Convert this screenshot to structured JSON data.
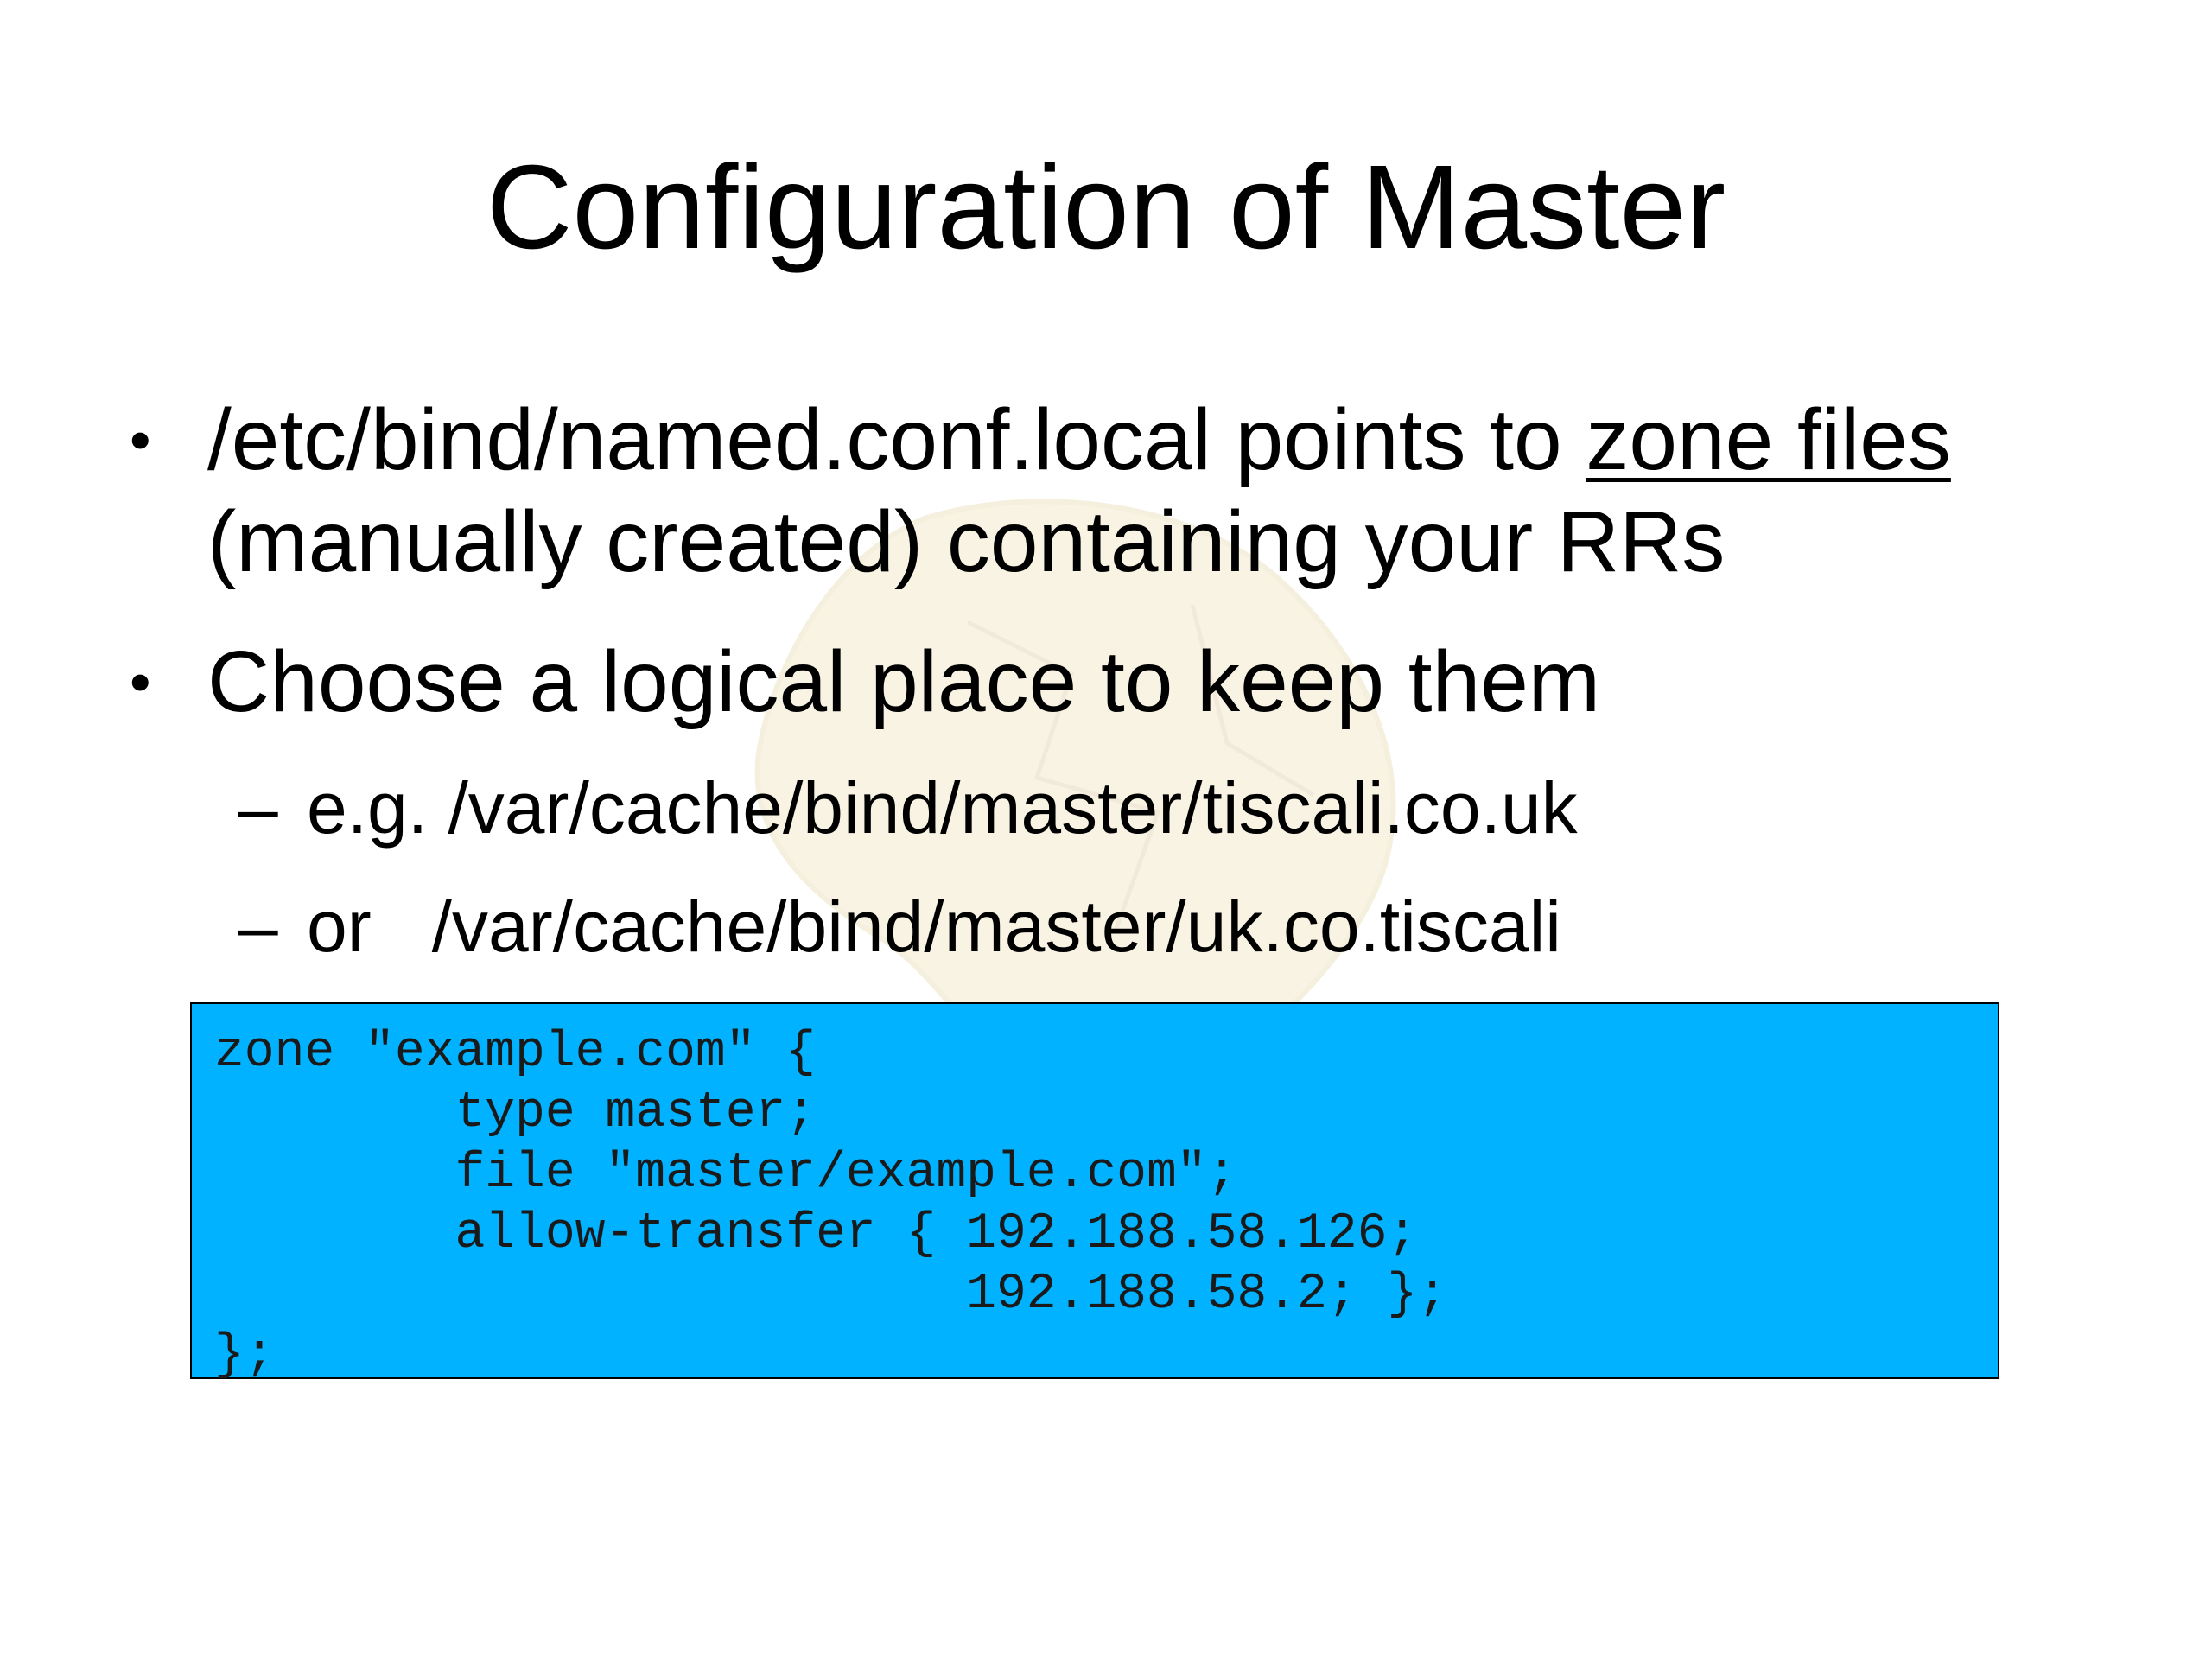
{
  "slide": {
    "title": "Configuration of Master",
    "bullets": [
      {
        "marker": "•",
        "line1_before": "/etc/bind/named.conf.local points to ",
        "line1_link": "zone files",
        "line2": "(manually created) containing your RRs"
      },
      {
        "marker": "•",
        "text": "Choose a logical place to keep them",
        "subitems": [
          {
            "marker": "–",
            "text": "e.g. /var/cache/bind/master/tiscali.co.uk"
          },
          {
            "marker": "–",
            "text": "or   /var/cache/bind/master/uk.co.tiscali"
          }
        ]
      }
    ],
    "code_lines": [
      "zone \"example.com\" {",
      "        type master;",
      "        file \"master/example.com\";",
      "        allow-transfer { 192.188.58.126;",
      "                         192.188.58.2; };",
      "};"
    ],
    "colors": {
      "code_background": "#00b2ff",
      "text": "#000000"
    }
  }
}
